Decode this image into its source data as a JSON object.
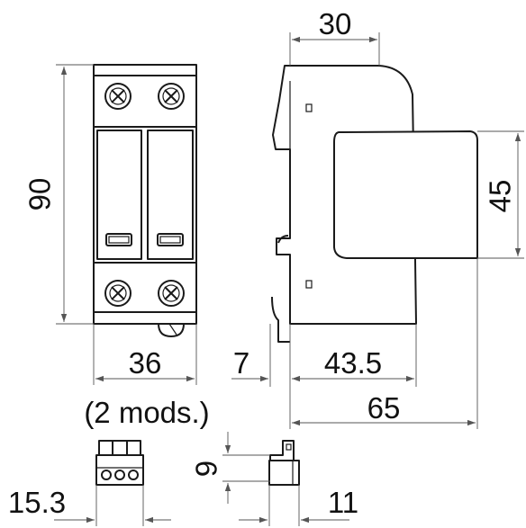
{
  "diagram": {
    "dimensions": {
      "front_width": "36",
      "front_width_note": "(2 mods.)",
      "front_height": "90",
      "side_top_width": "30",
      "side_front_height": "45",
      "side_rail": "7",
      "side_depth_body": "43.5",
      "side_depth_total": "65",
      "terminal_width": "15.3",
      "terminal_height": "9",
      "terminal_depth": "11"
    }
  }
}
